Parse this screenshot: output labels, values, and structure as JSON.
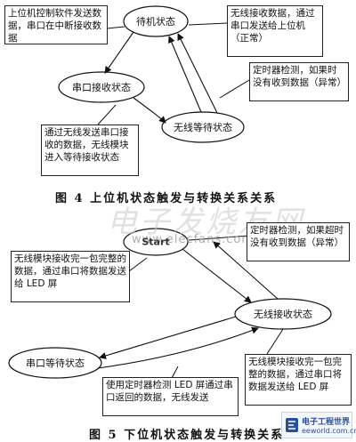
{
  "diagram1": {
    "states": {
      "standby": "待机状态",
      "serial_receive": "串口接收状态",
      "wireless_wait": "无线等待状态"
    },
    "notes": {
      "upper_software_send": "上位机控制软件发送数据，串口在中断接收数据",
      "wireless_receive": "无线接收数据，通过串口发送给上位机（正常）",
      "timer_check": "定时器检测，如果时没有收到数据（异常）",
      "wireless_send": "通过无线发送串口接收的数据，无线模块进入等待接收状态"
    },
    "caption": "图 4    上位机状态触发与转换关系关系"
  },
  "diagram2": {
    "states": {
      "start": "Start",
      "wireless_receive": "无线接收状态",
      "serial_wait": "串口等待状态"
    },
    "notes": {
      "timer_timeout": "定时器检测，如果超时没有收到数据（异常）",
      "module_receive_led": "无线模块接收完一包完整的数据，通过串口将数据发送给 LED 屏",
      "module_receive_led_2": "无线模块接收完一包完整的数据，通过串口将数据发送给 LED 屏",
      "timer_led_send": "使用定时器检测 LED 屏通过串口返回的数据，无线发送"
    },
    "caption": "图 5    下位机状态触发与转换关系"
  },
  "watermark": {
    "text": "电子发烧友网",
    "url": "www.elecfans.com"
  },
  "logo": {
    "name": "电子工程世界",
    "url": "eeworld.com.cn"
  }
}
